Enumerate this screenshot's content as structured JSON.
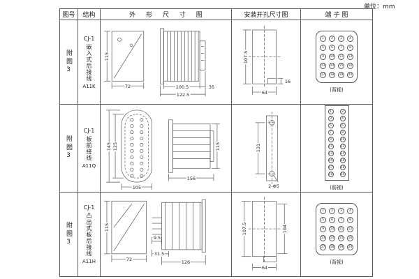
{
  "page": {
    "unit": "单位：mm"
  },
  "headers": {
    "fig": "图号",
    "structure": "结构",
    "outline": "外 形 尺 寸 图",
    "install": "安装开孔尺寸图",
    "terminal": "端 子 图"
  },
  "rows": [
    {
      "fig": "附图3",
      "name": "CJ-1",
      "desc": "嵌入式后接线",
      "model": "A11K",
      "dims": {
        "front_h": "115",
        "front_w": "72",
        "side_w1": "100.5",
        "side_w2": "122.5",
        "side_d": "35"
      },
      "install": {
        "h": "107.5",
        "tab": "16",
        "w": "64"
      },
      "terminal": {
        "label": "(背视)",
        "cols": 4,
        "numbers": [
          1,
          2,
          3,
          4,
          5,
          6,
          7,
          8,
          9,
          10,
          11,
          12,
          13,
          14,
          15,
          16,
          17,
          18,
          19,
          20
        ]
      }
    },
    {
      "fig": "附图3",
      "name": "CJ-1",
      "desc": "板前接线",
      "model": "A11Q",
      "dims": {
        "front_h": "145",
        "front_h2": "125",
        "front_w": "105",
        "side_w": "156",
        "side_h": "115"
      },
      "install": {
        "h": "131",
        "holes": "2-Φ5"
      },
      "terminal": {
        "label": "(前视)",
        "cols": 2,
        "numbers": [
          1,
          2,
          3,
          4,
          5,
          6,
          7,
          8,
          9,
          10,
          11,
          12,
          13,
          14,
          15,
          16,
          17,
          18,
          19,
          20
        ]
      }
    },
    {
      "fig": "附图3",
      "name": "CJ-1",
      "desc": "凸出式板后接线",
      "model": "A11H",
      "dims": {
        "front_h": "115",
        "front_w": "72",
        "pin": "9.5",
        "side_w1": "31.5",
        "side_w2": "126"
      },
      "install": {
        "h": "107.5",
        "h2": "104",
        "w": "64"
      },
      "terminal": {
        "label": "(背视)",
        "cols": 4,
        "numbers": [
          1,
          2,
          3,
          4,
          5,
          6,
          7,
          8,
          9,
          10,
          11,
          12,
          13,
          14,
          15,
          16,
          17,
          18,
          19,
          20
        ]
      }
    }
  ]
}
